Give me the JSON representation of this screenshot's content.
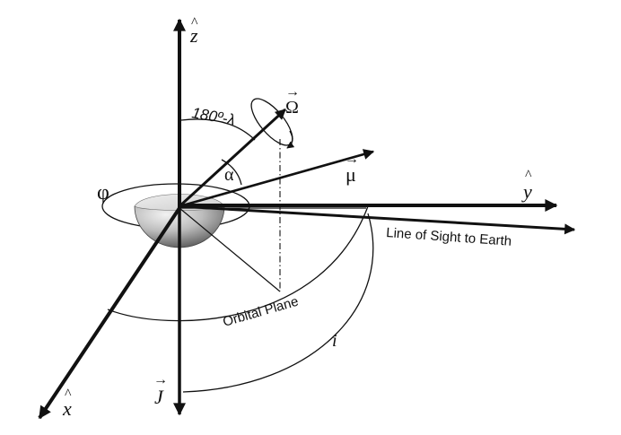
{
  "diagram": {
    "axis_labels": {
      "z": "z",
      "y": "y",
      "x": "x",
      "j": "J",
      "z_hat": "^",
      "y_hat": "^",
      "x_hat": "^",
      "j_vec": "→"
    },
    "vector_labels": {
      "omega": "Ω",
      "omega_vec": "→",
      "mu": "μ",
      "mu_vec": "→"
    },
    "angle_labels": {
      "lambda": "180º-λ",
      "alpha": "α",
      "phi": "φ",
      "inclination": "i"
    },
    "text_labels": {
      "line_of_sight": "Line of Sight to Earth",
      "orbital_plane": "Orbital Plane"
    },
    "colors": {
      "ink": "#111111",
      "star_light": "#e6e6e6",
      "star_dark": "#5a5a5a"
    }
  }
}
